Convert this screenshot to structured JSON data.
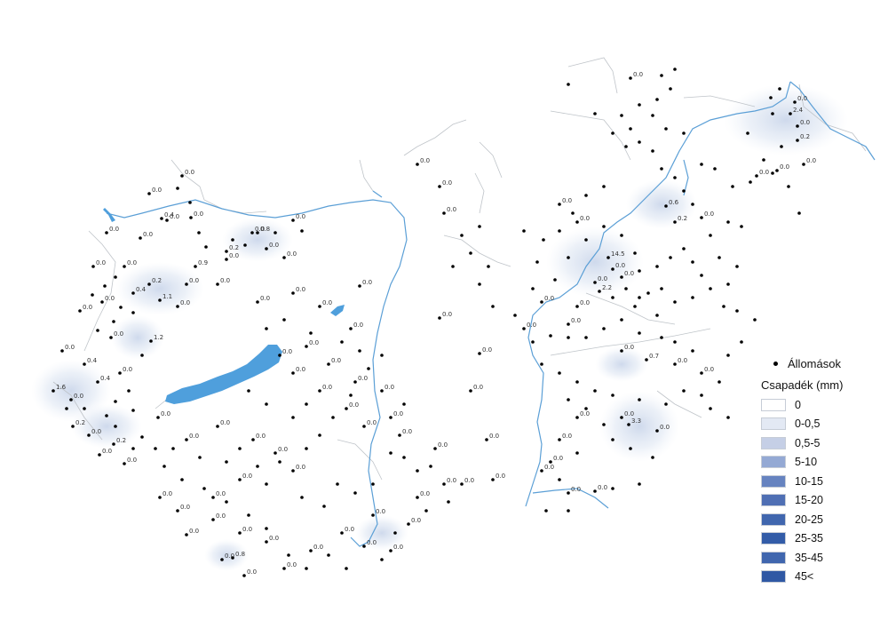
{
  "legend": {
    "stations_label": "Állomások",
    "title": "Csapadék (mm)",
    "classes": [
      {
        "label": "0",
        "color": "#ffffff"
      },
      {
        "label": "0-0,5",
        "color": "#e3e9f4"
      },
      {
        "label": "0,5-5",
        "color": "#c5cfe6"
      },
      {
        "label": "5-10",
        "color": "#94a9d4"
      },
      {
        "label": "10-15",
        "color": "#6683c0"
      },
      {
        "label": "15-20",
        "color": "#4f6fb4"
      },
      {
        "label": "20-25",
        "color": "#4066ae"
      },
      {
        "label": "25-35",
        "color": "#335ca8"
      },
      {
        "label": "35-45",
        "color": "#4066ae"
      },
      {
        "label": "45<",
        "color": "#2f58a4"
      }
    ]
  },
  "colors": {
    "water": "#4f9fdc",
    "river": "#5b9fd6",
    "border": "#bfc4c9",
    "station": "#000000",
    "precip_light": "#dfe7f3"
  },
  "stations": [
    {
      "value": "0.0"
    },
    {
      "value": "0.0"
    },
    {
      "value": "0.0"
    },
    {
      "value": "0.0"
    },
    {
      "value": "0.0"
    },
    {
      "value": "0.4"
    },
    {
      "value": "0.0"
    },
    {
      "value": "0.8"
    },
    {
      "value": "0.0"
    },
    {
      "value": "0.0"
    },
    {
      "value": "0.0"
    },
    {
      "value": "0.0"
    },
    {
      "value": "0.2"
    },
    {
      "value": "0.0"
    },
    {
      "value": "0.0"
    },
    {
      "value": "0.9"
    },
    {
      "value": "0.0"
    },
    {
      "value": "0.0"
    },
    {
      "value": "0.2"
    },
    {
      "value": "0.0"
    },
    {
      "value": "0.4"
    },
    {
      "value": "1.1"
    },
    {
      "value": "0.0"
    },
    {
      "value": "0.0"
    },
    {
      "value": "1.2"
    },
    {
      "value": "0.0"
    },
    {
      "value": "0.0"
    },
    {
      "value": "0.4"
    },
    {
      "value": "0.0"
    },
    {
      "value": "1.6"
    },
    {
      "value": "0.0"
    },
    {
      "value": "0.4"
    },
    {
      "value": "0.0"
    },
    {
      "value": "0.2"
    },
    {
      "value": "0.0"
    },
    {
      "value": "0.2"
    },
    {
      "value": "0.0"
    },
    {
      "value": "0.0"
    },
    {
      "value": "0.0"
    },
    {
      "value": "0.0"
    },
    {
      "value": "0.0"
    },
    {
      "value": "0.0"
    },
    {
      "value": "0.0"
    },
    {
      "value": "0.0"
    },
    {
      "value": "0.0"
    },
    {
      "value": "0.0"
    },
    {
      "value": "0.0"
    },
    {
      "value": "0.0"
    },
    {
      "value": "0.0"
    },
    {
      "value": "0.0"
    },
    {
      "value": "0.0"
    },
    {
      "value": "0.0"
    },
    {
      "value": "0.0"
    },
    {
      "value": "0.0"
    },
    {
      "value": "0.0"
    },
    {
      "value": "0.0"
    },
    {
      "value": "0.8"
    },
    {
      "value": "0.0"
    },
    {
      "value": "0.0"
    },
    {
      "value": "0.0"
    },
    {
      "value": "0.0"
    },
    {
      "value": "0.0"
    },
    {
      "value": "0.0"
    },
    {
      "value": "0.0"
    },
    {
      "value": "0.0"
    },
    {
      "value": "0.0"
    },
    {
      "value": "0.0"
    },
    {
      "value": "0.0"
    },
    {
      "value": "0.0"
    },
    {
      "value": "0.0"
    },
    {
      "value": "0.0"
    },
    {
      "value": "0.0"
    },
    {
      "value": "0.0"
    },
    {
      "value": "0.0"
    },
    {
      "value": "0.0"
    },
    {
      "value": "0.0"
    },
    {
      "value": "0.0"
    },
    {
      "value": "0.0"
    },
    {
      "value": "0.0"
    },
    {
      "value": "0.0"
    },
    {
      "value": "0.0"
    },
    {
      "value": "0.0"
    },
    {
      "value": "0.0"
    },
    {
      "value": "0.0"
    },
    {
      "value": "0.0"
    },
    {
      "value": "0.0"
    },
    {
      "value": "2.4"
    },
    {
      "value": "0.0"
    },
    {
      "value": "0.2"
    },
    {
      "value": "0.0"
    },
    {
      "value": "0.0"
    },
    {
      "value": "0.0"
    },
    {
      "value": "0.6"
    },
    {
      "value": "0.2"
    },
    {
      "value": "0.0"
    },
    {
      "value": "14.5"
    },
    {
      "value": "0.0"
    },
    {
      "value": "0.0"
    },
    {
      "value": "2.2"
    },
    {
      "value": "0.0"
    },
    {
      "value": "0.0"
    },
    {
      "value": "0.0"
    },
    {
      "value": "0.0"
    },
    {
      "value": "0.7"
    },
    {
      "value": "0.0"
    },
    {
      "value": "0.0"
    },
    {
      "value": "0.0"
    },
    {
      "value": "3.3"
    },
    {
      "value": "0.0"
    },
    {
      "value": "0.0"
    },
    {
      "value": "0.0"
    },
    {
      "value": "0.0"
    },
    {
      "value": "0.0"
    },
    {
      "value": "0.0"
    },
    {
      "value": "0.0"
    },
    {
      "value": "0.0"
    },
    {
      "value": "0.0"
    },
    {
      "value": "0.0"
    },
    {
      "value": "0.0"
    },
    {
      "value": "0.0"
    },
    {
      "value": "0.0"
    },
    {
      "value": "0.0"
    },
    {
      "value": "0.0"
    },
    {
      "value": "0.0"
    },
    {
      "value": "0.0"
    }
  ]
}
